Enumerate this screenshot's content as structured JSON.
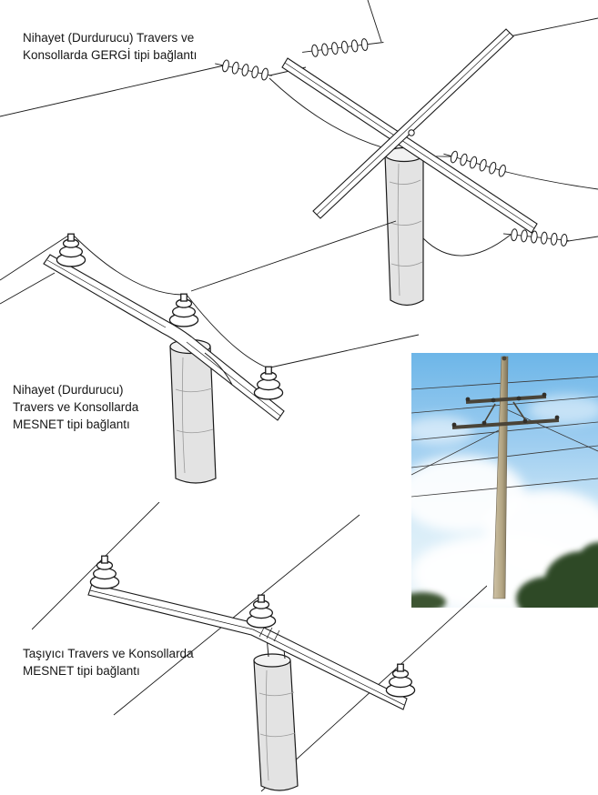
{
  "captions": [
    {
      "id": "gergi",
      "lines": [
        "Nihayet (Durdurucu) Travers ve",
        "Konsollarda GERGİ tipi bağlantı"
      ]
    },
    {
      "id": "mesnet-nihayet",
      "lines": [
        "Nihayet (Durdurucu)",
        "Travers ve Konsollarda",
        "MESNET tipi bağlantı"
      ]
    },
    {
      "id": "mesnet-tasiyici",
      "lines": [
        "Taşıyıcı Travers ve Konsollarda",
        "MESNET tipi bağlantı"
      ]
    }
  ],
  "figures": [
    {
      "name": "gergi-tension-connection-drawing",
      "kind": "line-drawing"
    },
    {
      "name": "mesnet-deadend-connection-drawing",
      "kind": "line-drawing"
    },
    {
      "name": "mesnet-suspension-connection-drawing",
      "kind": "line-drawing"
    },
    {
      "name": "utility-pole-photo",
      "kind": "photo"
    }
  ],
  "colors": {
    "page_bg": "#ffffff",
    "ink": "#1a1a1a",
    "pole_fill": "#e3e3e3",
    "sky_top": "#6db6e8",
    "sky_bottom": "#eef6fb",
    "cloud": "#ffffff",
    "tree_green": "#2f4a25",
    "photo_pole_tan": "#c9bda0"
  }
}
